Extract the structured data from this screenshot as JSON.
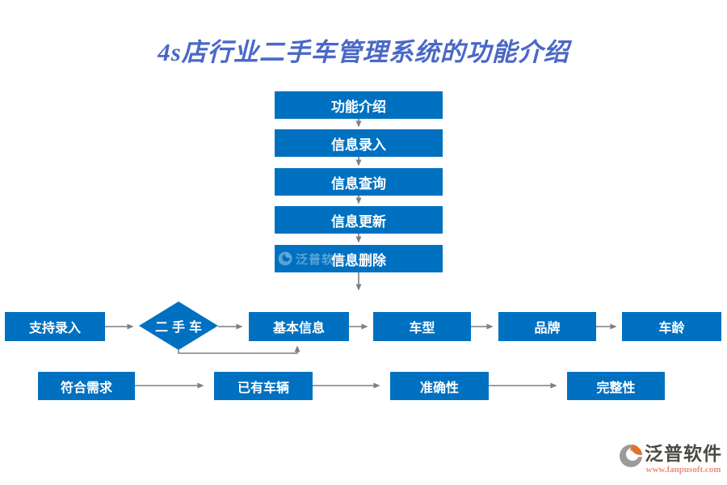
{
  "title": "4s店行业二手车管理系统的功能介绍",
  "colors": {
    "node_blue": "#0071C1",
    "arrow_gray": "#7F7F7F",
    "title_blue": "#4A68C6",
    "brand_orange": "#E0722F",
    "brand_gray": "#9B9B9B",
    "brand_text_gray": "#4D4A45",
    "url_salmon": "#E8907A"
  },
  "chain": [
    {
      "label": "功能介绍"
    },
    {
      "label": "信息录入"
    },
    {
      "label": "信息查询"
    },
    {
      "label": "信息更新"
    },
    {
      "label": "信息删除"
    }
  ],
  "decision_row": {
    "start": "支持录入",
    "decision": "二手车",
    "nodes": [
      {
        "label": "基本信息"
      },
      {
        "label": "车型"
      },
      {
        "label": "品牌"
      },
      {
        "label": "车龄"
      }
    ]
  },
  "quality_row": [
    {
      "label": "符合需求"
    },
    {
      "label": "已有车辆"
    },
    {
      "label": "准确性"
    },
    {
      "label": "完整性"
    }
  ],
  "watermark": {
    "brand": "泛普软件"
  },
  "footer": {
    "brand": "泛普软件",
    "url": "www.fanpusoft.com"
  }
}
